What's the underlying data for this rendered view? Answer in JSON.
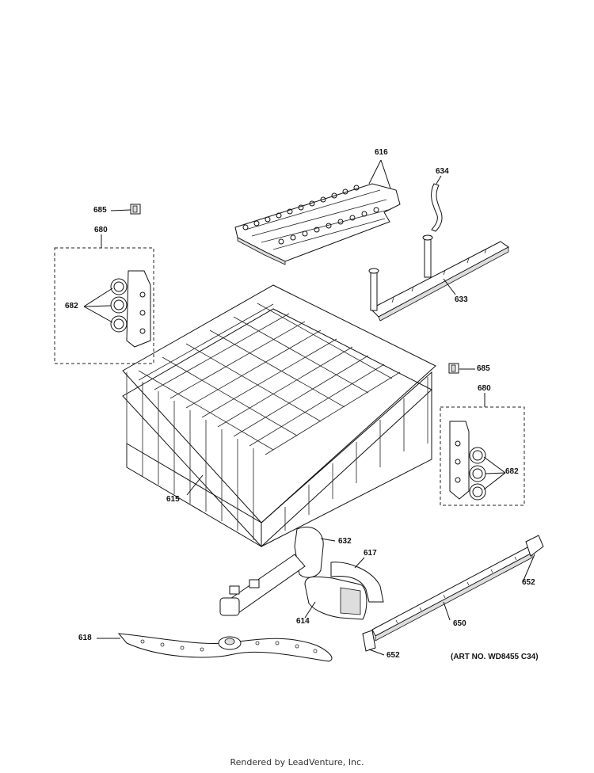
{
  "labels": {
    "p616": "616",
    "p634": "634",
    "p685a": "685",
    "p680a": "680",
    "p682a": "682",
    "p633": "633",
    "p685b": "685",
    "p680b": "680",
    "p682b": "682",
    "p615": "615",
    "p632": "632",
    "p617": "617",
    "p652a": "652",
    "p614": "614",
    "p650": "650",
    "p618": "618",
    "p652b": "652"
  },
  "art_no": "(ART NO. WD8455 C34)",
  "footer": "Rendered by LeadVenture, Inc."
}
